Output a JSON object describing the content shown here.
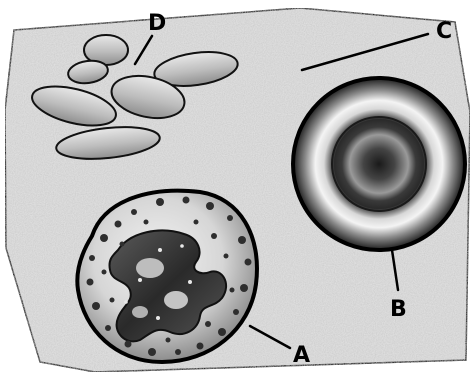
{
  "labels": {
    "a": "A",
    "b": "B",
    "c": "C",
    "d": "D"
  },
  "colors": {
    "background": "#ffffff",
    "plasma": "#e3e3e3",
    "outline": "#000000",
    "platelet_fill": "#cfcfcf",
    "nucleus_dark": "#2b2b2b",
    "granule": "#333333"
  }
}
